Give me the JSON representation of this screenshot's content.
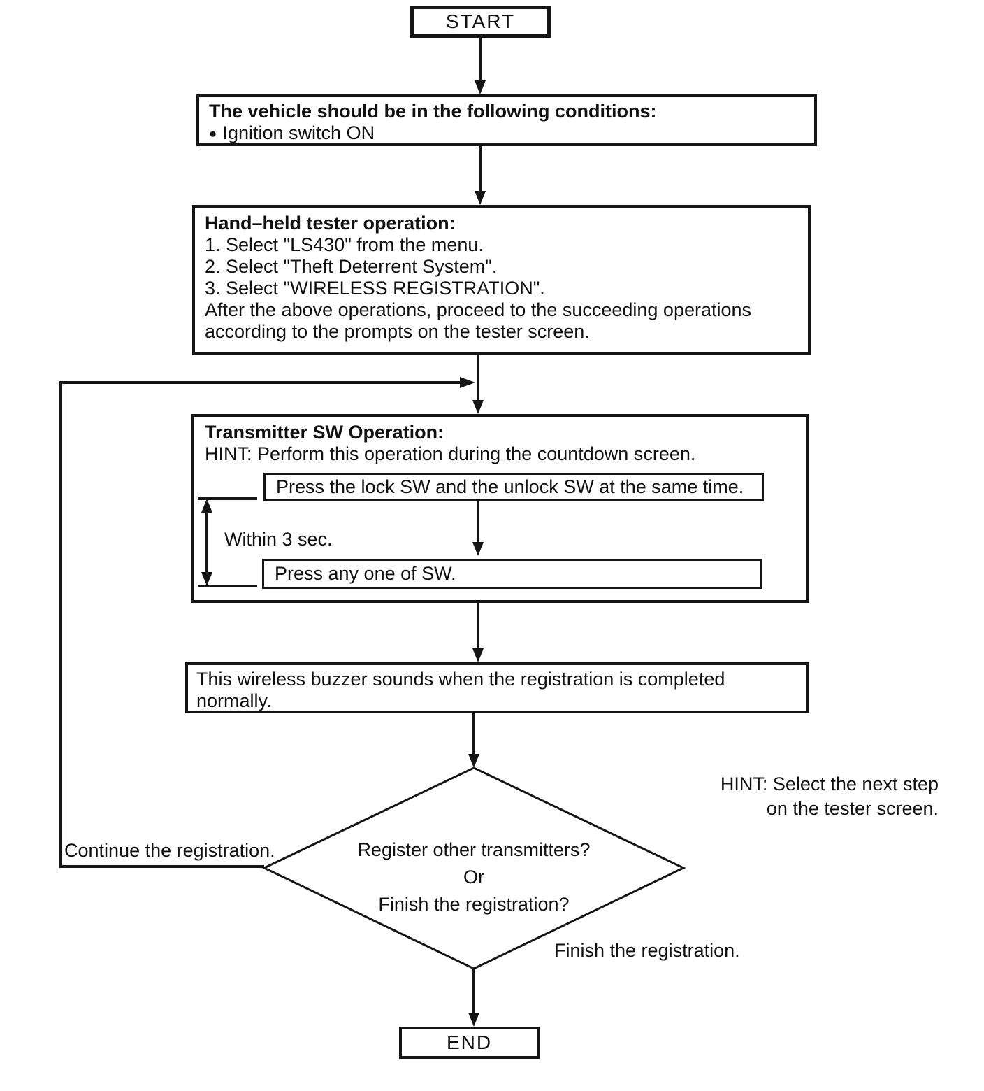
{
  "flowchart": {
    "start_label": "START",
    "conditions": {
      "title": "The vehicle should be in the following conditions:",
      "bullet": "●",
      "item": "Ignition switch ON"
    },
    "tester": {
      "title": "Hand–held tester operation:",
      "steps": [
        "1. Select \"LS430\" from the menu.",
        "2. Select \"Theft Deterrent System\".",
        "3. Select \"WIRELESS REGISTRATION\"."
      ],
      "note_line1": "After the above operations, proceed to the succeeding operations",
      "note_line2": "according to the prompts on the tester screen."
    },
    "transmitter": {
      "title": "Transmitter SW Operation:",
      "hint": "HINT: Perform this operation during the countdown screen.",
      "step1": "Press the lock SW and the unlock SW at the same time.",
      "interval_label": "Within 3 sec.",
      "step2": "Press any one of SW."
    },
    "buzzer": {
      "line1": "This wireless buzzer sounds when the registration is completed",
      "line2": "normally."
    },
    "decision": {
      "line1": "Register other transmitters?",
      "line2": "Or",
      "line3": "Finish the registration?"
    },
    "labels": {
      "continue_branch": "Continue the registration.",
      "finish_branch": "Finish the registration.",
      "hint_line1": "HINT: Select the next step",
      "hint_line2": "on the tester screen."
    },
    "end_label": "END"
  }
}
